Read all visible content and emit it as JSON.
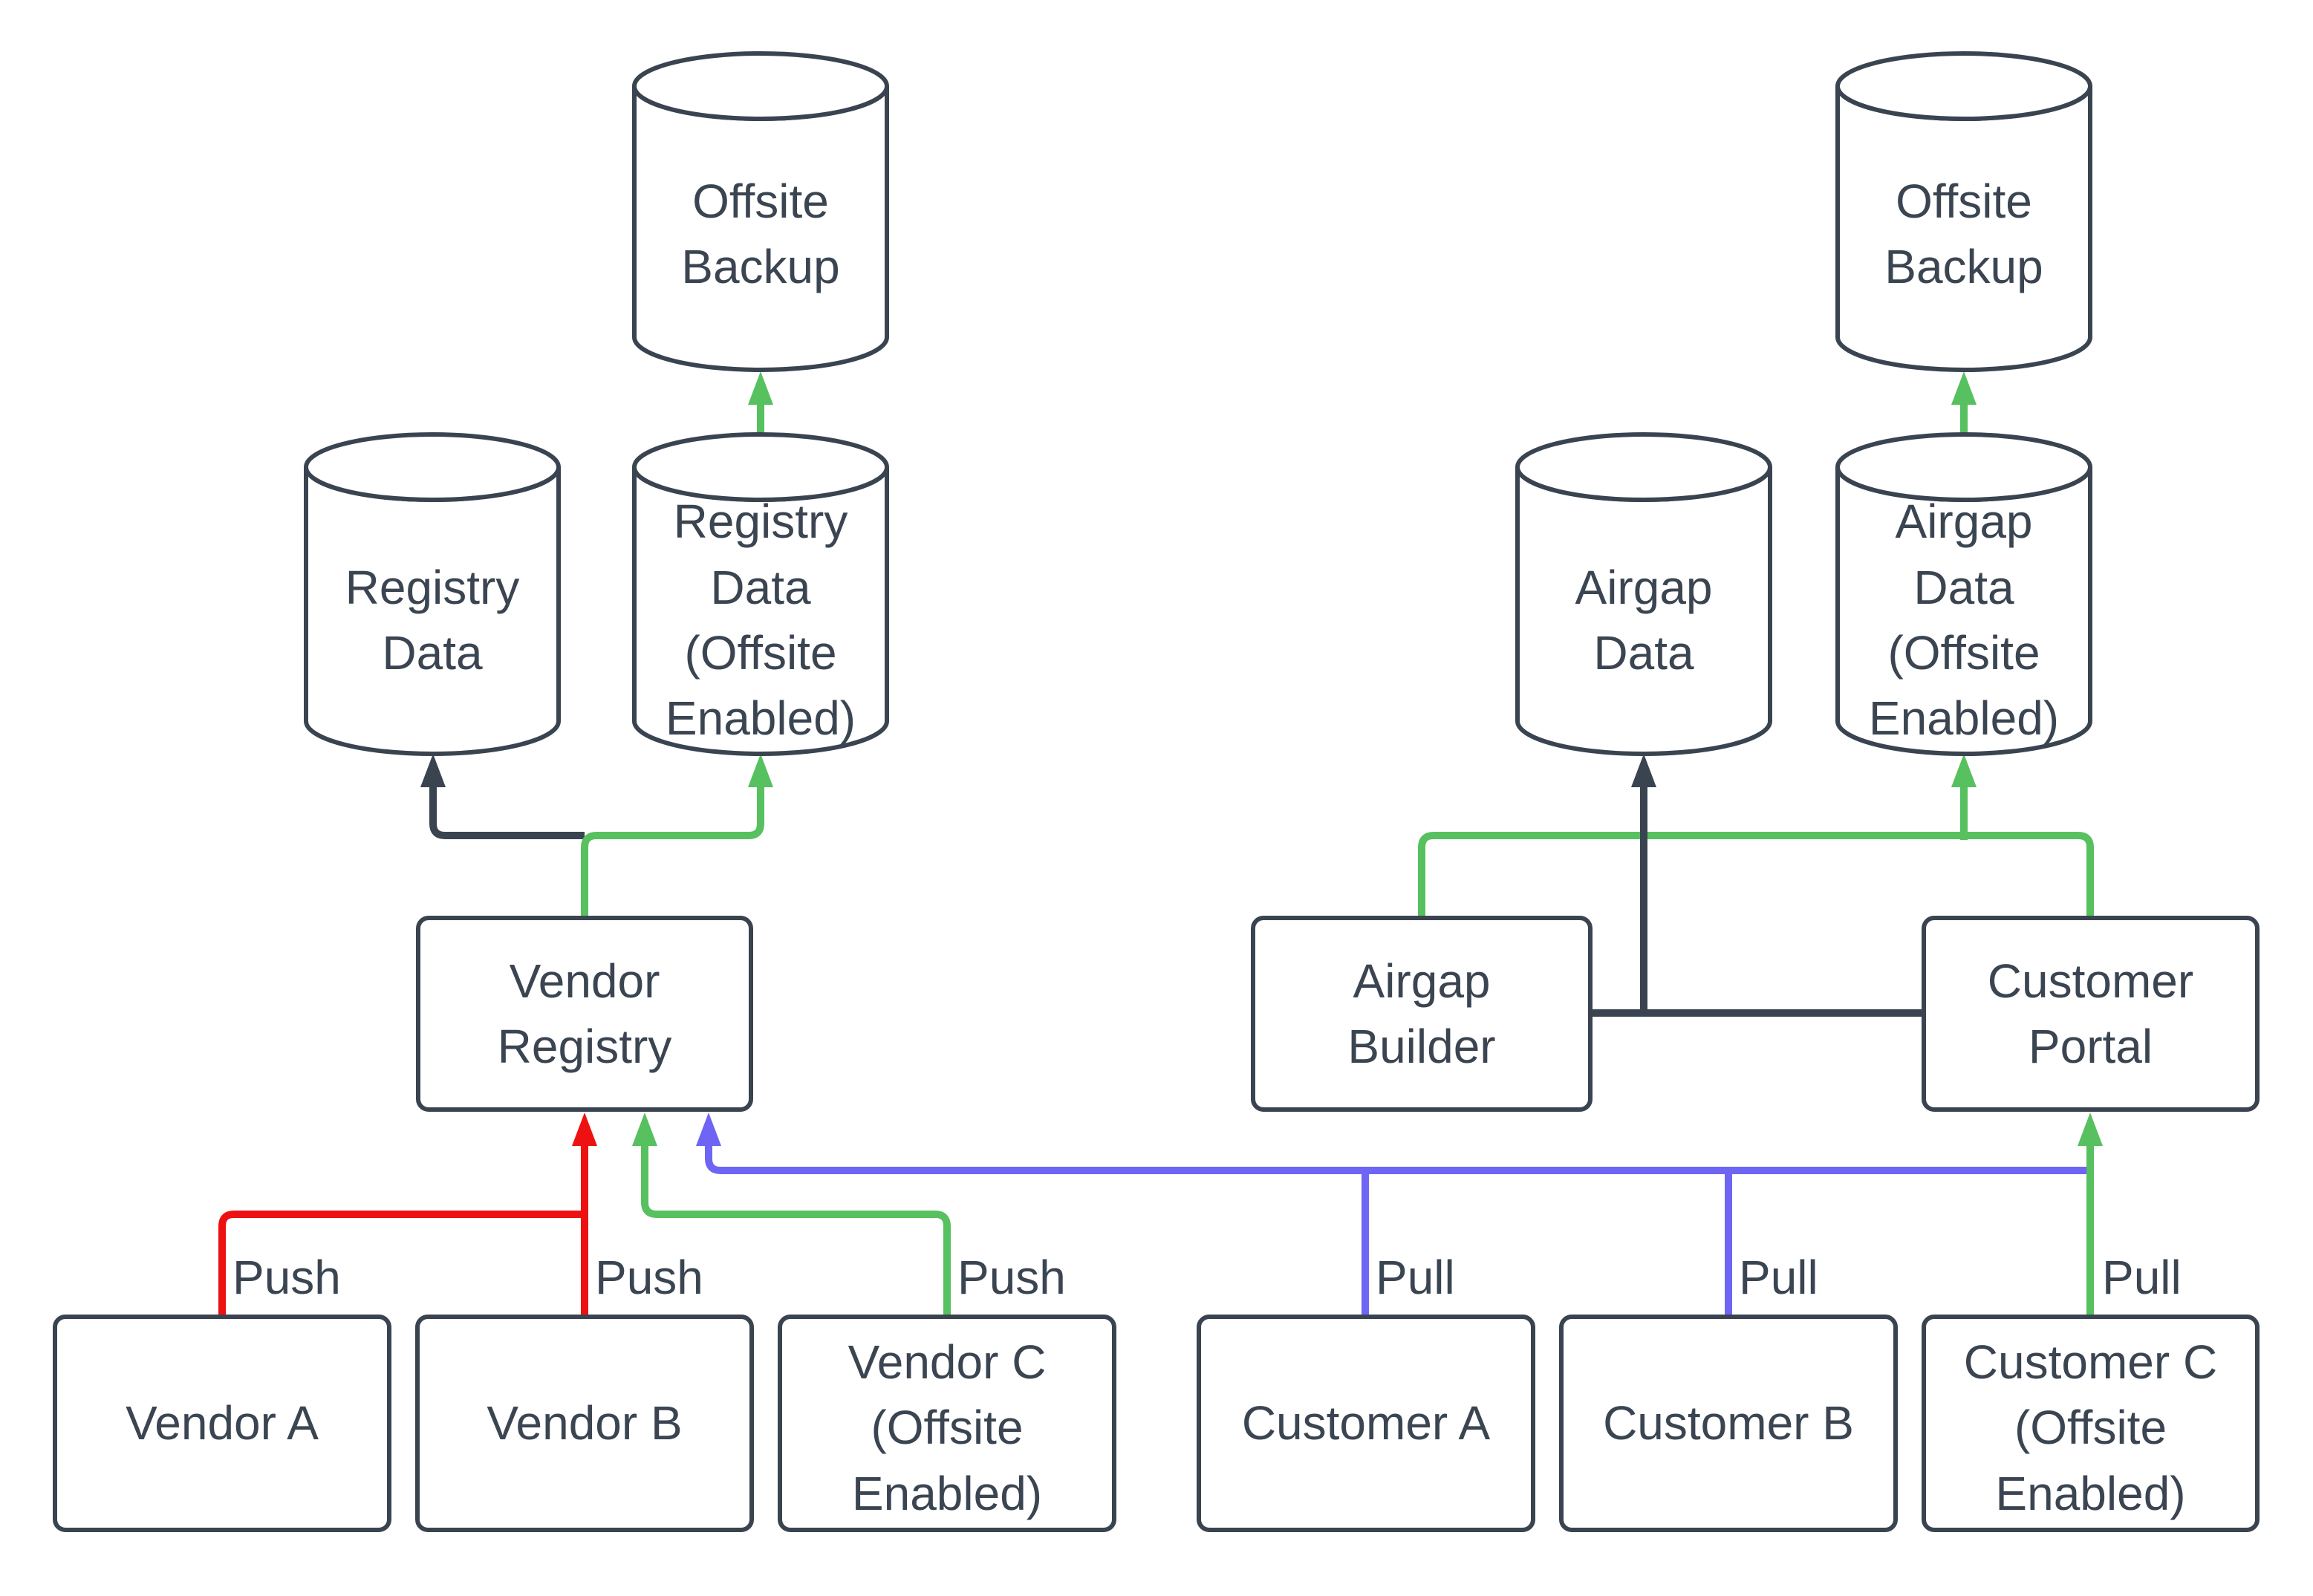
{
  "diagram": {
    "type": "flow-diagram",
    "background": "#ffffff",
    "colors": {
      "dark": "#3a4450",
      "green": "#57c05f",
      "red": "#ee1111",
      "blue": "#6e65f4",
      "text": "#3b4552",
      "shape_fill": "#ffffff"
    },
    "nodes": {
      "offsite_backup_left": "Offsite\nBackup",
      "registry_data": "Registry\nData",
      "registry_data_offsite": "Registry\nData\n(Offsite\nEnabled)",
      "vendor_registry": "Vendor\nRegistry",
      "vendor_a": "Vendor A",
      "vendor_b": "Vendor B",
      "vendor_c": "Vendor C\n(Offsite\nEnabled)",
      "offsite_backup_right": "Offsite\nBackup",
      "airgap_data": "Airgap\nData",
      "airgap_data_offsite": "Airgap\nData\n(Offsite\nEnabled)",
      "airgap_builder": "Airgap\nBuilder",
      "customer_portal": "Customer\nPortal",
      "customer_a": "Customer A",
      "customer_b": "Customer B",
      "customer_c": "Customer C\n(Offsite\nEnabled)"
    },
    "edge_labels": {
      "push": [
        "Push",
        "Push",
        "Push"
      ],
      "pull": [
        "Pull",
        "Pull",
        "Pull"
      ]
    }
  }
}
